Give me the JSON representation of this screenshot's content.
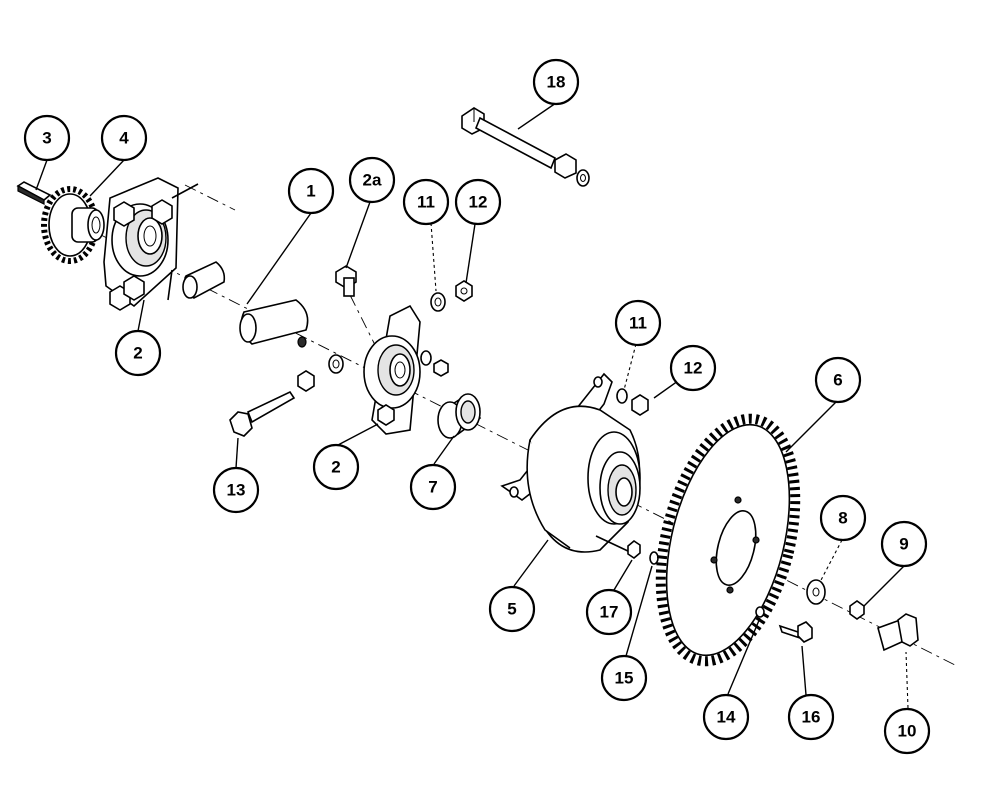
{
  "callouts": [
    {
      "id": "c18",
      "label": "18"
    },
    {
      "id": "c3",
      "label": "3"
    },
    {
      "id": "c4",
      "label": "4"
    },
    {
      "id": "c1",
      "label": "1"
    },
    {
      "id": "c2a",
      "label": "2a"
    },
    {
      "id": "c11a",
      "label": "11"
    },
    {
      "id": "c12a",
      "label": "12"
    },
    {
      "id": "c2top",
      "label": "2"
    },
    {
      "id": "c11b",
      "label": "11"
    },
    {
      "id": "c12b",
      "label": "12"
    },
    {
      "id": "c6",
      "label": "6"
    },
    {
      "id": "c13",
      "label": "13"
    },
    {
      "id": "c2mid",
      "label": "2"
    },
    {
      "id": "c7",
      "label": "7"
    },
    {
      "id": "c8",
      "label": "8"
    },
    {
      "id": "c9",
      "label": "9"
    },
    {
      "id": "c5",
      "label": "5"
    },
    {
      "id": "c17",
      "label": "17"
    },
    {
      "id": "c15",
      "label": "15"
    },
    {
      "id": "c14",
      "label": "14"
    },
    {
      "id": "c16",
      "label": "16"
    },
    {
      "id": "c10",
      "label": "10"
    }
  ]
}
